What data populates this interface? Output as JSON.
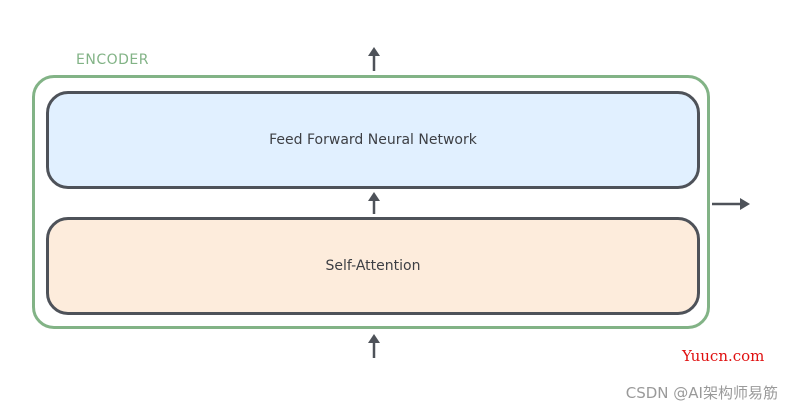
{
  "encoder": {
    "label": "ENCODER",
    "layers": {
      "ffn": "Feed Forward Neural Network",
      "self_attention": "Self-Attention"
    }
  },
  "colors": {
    "encoder_border": "#82b386",
    "layer_border": "#4e5259",
    "ffn_fill": "#e1f0ff",
    "self_attention_fill": "#fdecdc",
    "arrow": "#4e5259"
  },
  "watermarks": {
    "site": "Yuucn.com",
    "csdn": "CSDN @AI架构师易筋"
  }
}
